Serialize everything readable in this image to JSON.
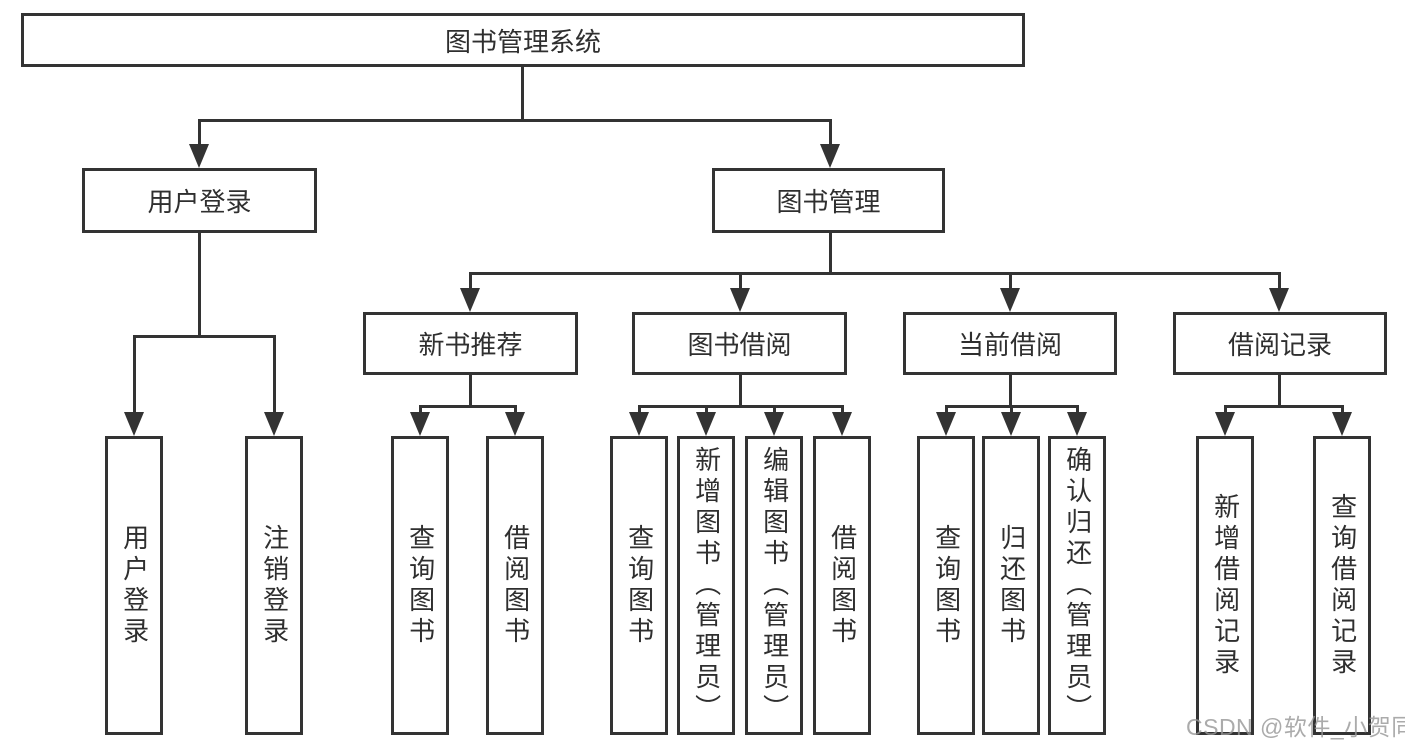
{
  "root": {
    "label": "图书管理系统"
  },
  "branches": {
    "user_login": {
      "label": "用户登录",
      "children": [
        {
          "label": "用户登录"
        },
        {
          "label": "注销登录"
        }
      ]
    },
    "book_management": {
      "label": "图书管理",
      "children": [
        {
          "label": "新书推荐",
          "children": [
            {
              "label": "查询图书"
            },
            {
              "label": "借阅图书"
            }
          ]
        },
        {
          "label": "图书借阅",
          "children": [
            {
              "label": "查询图书"
            },
            {
              "label": "新增图书（管理员）"
            },
            {
              "label": "编辑图书（管理员）"
            },
            {
              "label": "借阅图书"
            }
          ]
        },
        {
          "label": "当前借阅",
          "children": [
            {
              "label": "查询图书"
            },
            {
              "label": "归还图书"
            },
            {
              "label": "确认归还（管理员）"
            }
          ]
        },
        {
          "label": "借阅记录",
          "children": [
            {
              "label": "新增借阅记录"
            },
            {
              "label": "查询借阅记录"
            }
          ]
        }
      ]
    }
  },
  "watermark": "CSDN @软件_小贺同学",
  "colors": {
    "line": "#333333",
    "text": "#2f2f2f",
    "background": "#ffffff",
    "watermark": "#b9b9b9"
  }
}
